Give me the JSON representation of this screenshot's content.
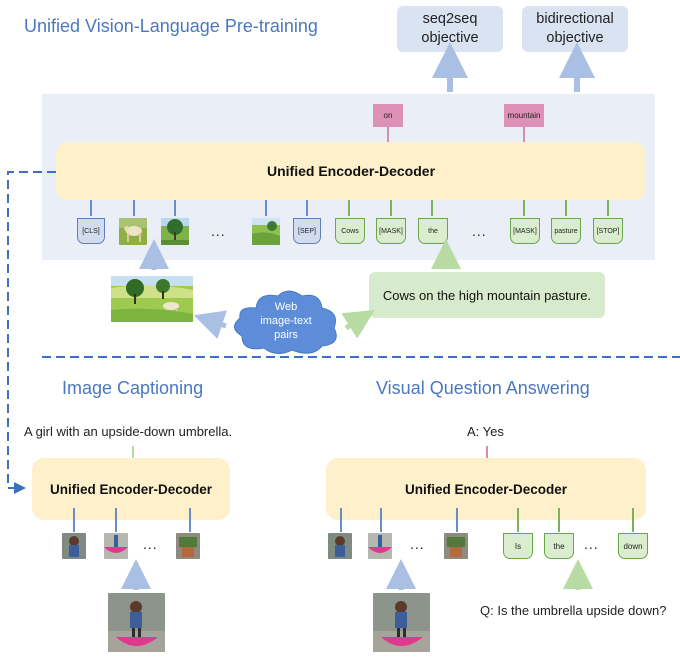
{
  "titles": {
    "pretraining": "Unified Vision-Language Pre-training",
    "captioning": "Image Captioning",
    "vqa": "Visual Question Answering"
  },
  "objectives": {
    "seq2seq": "seq2seq\nobjective",
    "bidirectional": "bidirectional\nobjective"
  },
  "pretrain": {
    "model_label": "Unified Encoder-Decoder",
    "predicted_tokens": [
      "on",
      "mountain"
    ],
    "tokens": {
      "cls": "[CLS]",
      "sep": "[SEP]",
      "text": [
        "Cows",
        "[MASK]",
        "the",
        "[MASK]",
        "pasture",
        "[STOP]"
      ],
      "ellipsis": "..."
    },
    "cloud_label": "Web\nimage-text\npairs",
    "caption": "Cows on the high mountain pasture."
  },
  "captioning": {
    "model_label": "Unified Encoder-Decoder",
    "output": "A girl with an upside-down umbrella.",
    "ellipsis": "..."
  },
  "vqa": {
    "model_label": "Unified Encoder-Decoder",
    "answer": "A: Yes",
    "question": "Q: Is the umbrella upside down?",
    "text_tokens": [
      "Is",
      "the",
      "down"
    ],
    "ellipsis": "..."
  },
  "colors": {
    "title_blue": "#4a78c2",
    "objective_box": "#d9e3f1",
    "encdec_fill": "#fdf0cb",
    "predicted_token": "#dd91b6",
    "image_token_border": "#5b7fbe",
    "text_token_border": "#6aa64a",
    "arrow_blue": "#a9bfe3",
    "arrow_green": "#b8dba4",
    "dashed_line": "#3f6fbf"
  }
}
